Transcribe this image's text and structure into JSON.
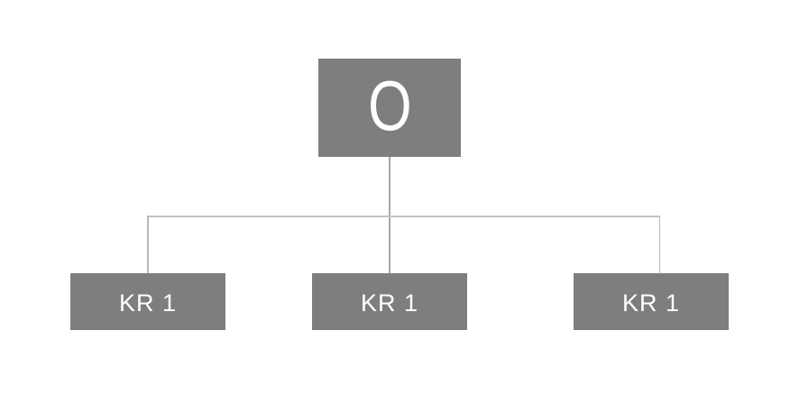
{
  "diagram": {
    "type": "tree",
    "root": {
      "label": "O"
    },
    "children": [
      {
        "label": "KR 1"
      },
      {
        "label": "KR 1"
      },
      {
        "label": "KR 1"
      }
    ]
  },
  "colors": {
    "background": "#ffffff",
    "node_fill": "#7e7e7e",
    "node_text": "#ffffff",
    "connector_light": "#c3c3c3",
    "connector_mid": "#b9b9b9",
    "connector_dark": "#a8a8a8"
  }
}
